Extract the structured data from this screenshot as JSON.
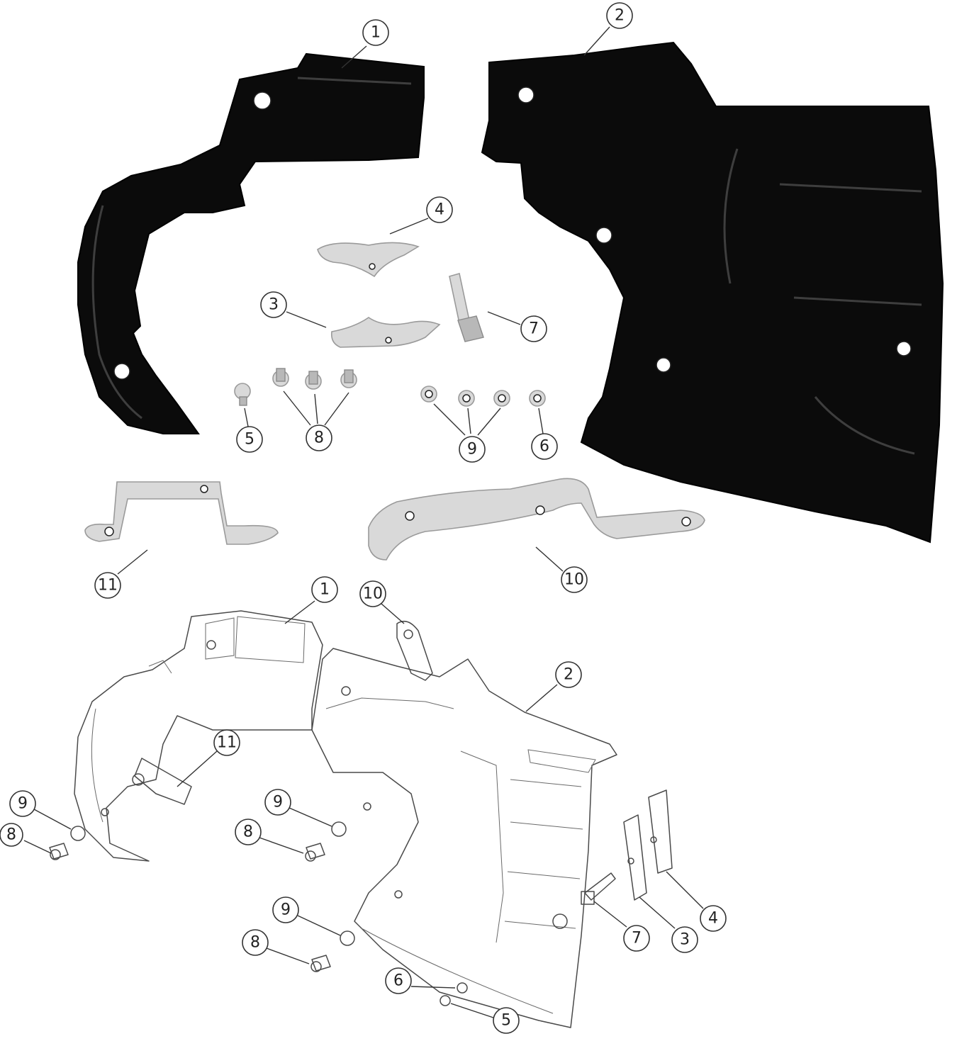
{
  "callouts": {
    "photo": {
      "c1": "1",
      "c2": "2",
      "c3": "3",
      "c4": "4",
      "c5": "5",
      "c6": "6",
      "c7": "7",
      "c8": "8",
      "c9": "9",
      "c10": "10",
      "c11": "11"
    },
    "drawing": {
      "c1": "1",
      "c2": "2",
      "c3": "3",
      "c4": "4",
      "c5": "5",
      "c6": "6",
      "c7": "7",
      "c8a": "8",
      "c8b": "8",
      "c8c": "8",
      "c9a": "9",
      "c9b": "9",
      "c9c": "9",
      "c10": "10",
      "c11": "11"
    }
  },
  "colors": {
    "cover": "#0b0b0b",
    "hardware": "#d9d9d9",
    "line_art": "#4a4a4a"
  }
}
